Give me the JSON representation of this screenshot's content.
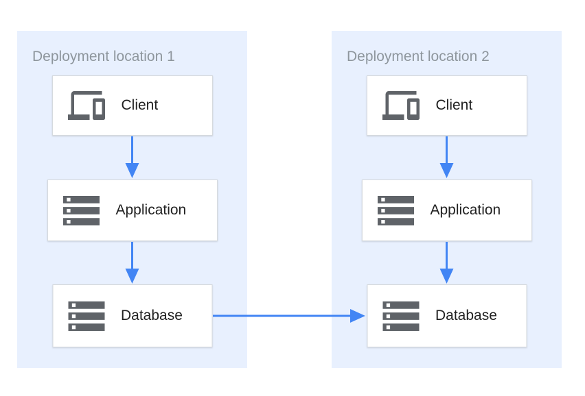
{
  "diagram": {
    "locations": [
      {
        "title": "Deployment location 1",
        "nodes": [
          {
            "id": "client-1",
            "label": "Client",
            "icon": "devices-icon"
          },
          {
            "id": "application-1",
            "label": "Application",
            "icon": "server-stack-icon"
          },
          {
            "id": "database-1",
            "label": "Database",
            "icon": "server-stack-icon"
          }
        ]
      },
      {
        "title": "Deployment location 2",
        "nodes": [
          {
            "id": "client-2",
            "label": "Client",
            "icon": "devices-icon"
          },
          {
            "id": "application-2",
            "label": "Application",
            "icon": "server-stack-icon"
          },
          {
            "id": "database-2",
            "label": "Database",
            "icon": "server-stack-icon"
          }
        ]
      }
    ],
    "edges": [
      {
        "from": "client-1",
        "to": "application-1",
        "direction": "down"
      },
      {
        "from": "application-1",
        "to": "database-1",
        "direction": "down"
      },
      {
        "from": "client-2",
        "to": "application-2",
        "direction": "down"
      },
      {
        "from": "application-2",
        "to": "database-2",
        "direction": "down"
      },
      {
        "from": "database-1",
        "to": "database-2",
        "direction": "right"
      }
    ],
    "colors": {
      "location_bg": "#e8f0fe",
      "location_title": "#8e969d",
      "node_bg": "#ffffff",
      "node_border": "#d6dade",
      "node_label": "#212121",
      "icon": "#5f6368",
      "arrow": "#4285f4"
    }
  }
}
